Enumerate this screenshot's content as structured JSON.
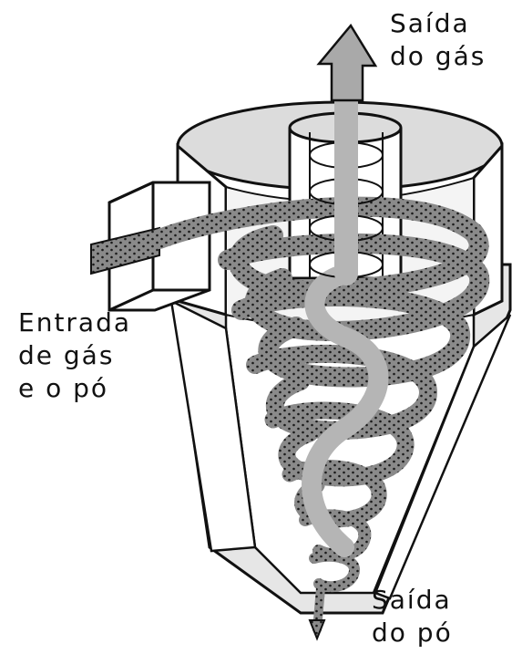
{
  "labels": {
    "gas_outlet": [
      "Saída",
      "do gás"
    ],
    "gas_inlet": [
      "Entrada",
      "de gás",
      "e o pó"
    ],
    "dust_outlet": [
      "Saída",
      "do pó"
    ]
  },
  "colors": {
    "outline": "#111111",
    "wall_fill": "#ffffff",
    "inner_gray": "#d9d9d9",
    "gas_flow": "#b5b5b5",
    "dust_band": "#8a8a8a"
  }
}
